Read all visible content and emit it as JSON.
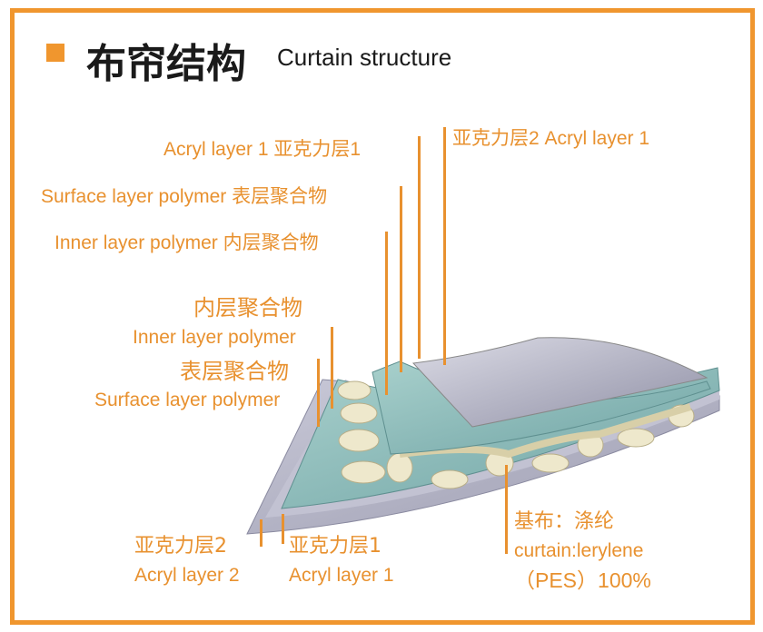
{
  "title": {
    "cn": "布帘结构",
    "en": "Curtain structure"
  },
  "labels": {
    "top_acryl1": "Acryl layer 1 亚克力层1",
    "top_acryl2": "亚克力层2 Acryl layer 1",
    "top_surface": "Surface layer polymer 表层聚合物",
    "top_inner": "Inner layer polymer 内层聚合物",
    "mid_inner_cn": "内层聚合物",
    "mid_inner_en": "Inner layer polymer",
    "mid_surface_cn": "表层聚合物",
    "mid_surface_en": "Surface layer polymer",
    "bot_acryl2_cn": "亚克力层2",
    "bot_acryl2_en": "Acryl layer 2",
    "bot_acryl1_cn": "亚克力层1",
    "bot_acryl1_en": "Acryl layer 1",
    "base_cn": "基布：涤纶",
    "base_en": "curtain:lerylene",
    "base_pct": "（PES）100%"
  },
  "colors": {
    "accent": "#e8912f",
    "border": "#f0962e",
    "teal": "#8fbdbb",
    "grey": "#b8b8c8",
    "fiber": "#eee8cc"
  }
}
